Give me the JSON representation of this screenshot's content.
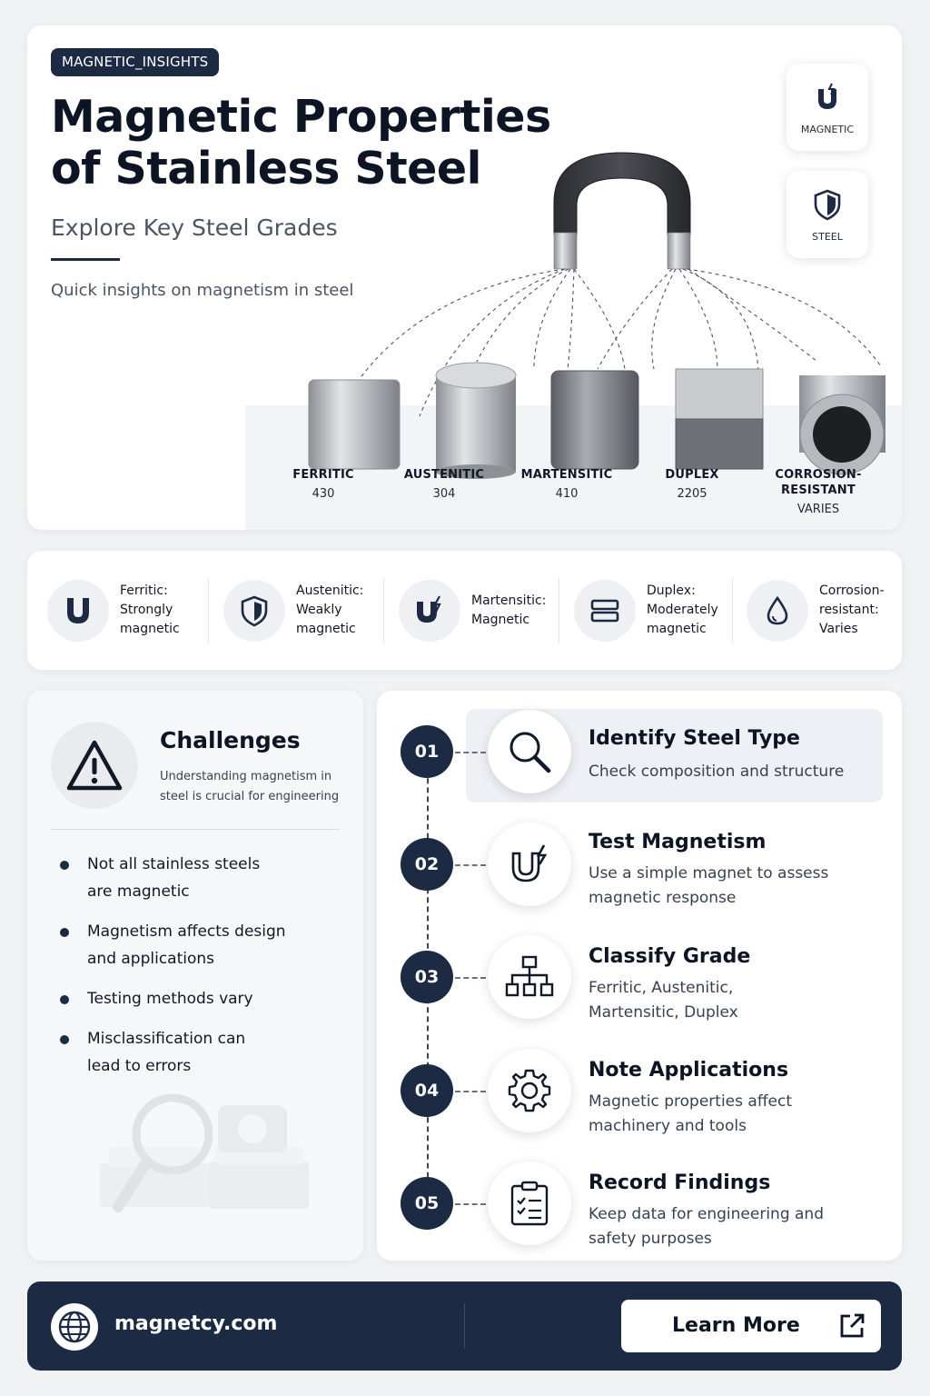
{
  "hero": {
    "tag": "MAGNETIC_INSIGHTS",
    "title": "Magnetic Properties of Stainless Steel",
    "subtitle": "Explore Key Steel Grades",
    "description": "Quick insights on magnetism in steel",
    "badges": [
      {
        "label": "MAGNETIC",
        "icon": "magnet-icon"
      },
      {
        "label": "STEEL",
        "icon": "shield-icon"
      }
    ],
    "grades": [
      {
        "name": "FERRITIC",
        "code": "430"
      },
      {
        "name": "AUSTENITIC",
        "code": "304"
      },
      {
        "name": "MARTENSITIC",
        "code": "410"
      },
      {
        "name": "DUPLEX",
        "code": "2205"
      },
      {
        "name": "CORROSION-RESISTANT",
        "code": "VARIES"
      }
    ]
  },
  "summary": [
    {
      "label": "Ferritic:",
      "text": "Strongly magnetic",
      "icon": "magnet-icon"
    },
    {
      "label": "Austenitic:",
      "text": "Weakly magnetic",
      "icon": "shield-icon"
    },
    {
      "label": "Martensitic:",
      "text": "Magnetic",
      "icon": "magnet-bolt-icon"
    },
    {
      "label": "Duplex:",
      "text": "Moderately magnetic",
      "icon": "layers-icon"
    },
    {
      "label": "Corrosion-resistant:",
      "text": "Varies",
      "icon": "drop-icon"
    }
  ],
  "challenges": {
    "title": "Challenges",
    "description": "Understanding magnetism in steel is crucial for engineering",
    "items": [
      "Not all stainless steels are magnetic",
      "Magnetism affects design and applications",
      "Testing methods vary",
      "Misclassification can lead to errors"
    ]
  },
  "steps": [
    {
      "num": "01",
      "title": "Identify Steel Type",
      "desc": "Check composition and structure",
      "icon": "search-icon"
    },
    {
      "num": "02",
      "title": "Test Magnetism",
      "desc": "Use a simple magnet to assess magnetic response",
      "icon": "magnet-bolt-icon"
    },
    {
      "num": "03",
      "title": "Classify Grade",
      "desc": "Ferritic, Austenitic, Martensitic, Duplex",
      "icon": "hierarchy-icon"
    },
    {
      "num": "04",
      "title": "Note Applications",
      "desc": "Magnetic properties affect machinery and tools",
      "icon": "gear-icon"
    },
    {
      "num": "05",
      "title": "Record Findings",
      "desc": "Keep data for engineering and safety purposes",
      "icon": "clipboard-icon"
    }
  ],
  "footer": {
    "site": "magnetcy.com",
    "button": "Learn More"
  },
  "colors": {
    "navy": "#1c2a44",
    "background": "#f1f2f4",
    "highlight": "#edf0f4"
  }
}
